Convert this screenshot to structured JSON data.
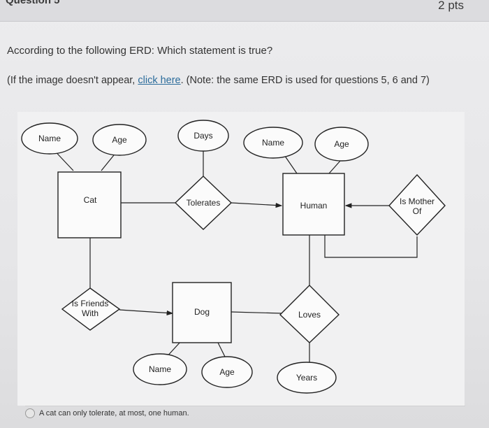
{
  "header": {
    "question_title": "Question 5",
    "points": "2 pts"
  },
  "question": {
    "prompt": "According to the following ERD: Which statement is true?",
    "note_before_link": "(If the image doesn't appear, ",
    "link_text": "click here",
    "note_after_link": ". (Note: the same ERD is used for questions 5, 6 and 7)"
  },
  "erd": {
    "entities": {
      "cat": "Cat",
      "human": "Human",
      "dog": "Dog"
    },
    "relationships": {
      "tolerates": "Tolerates",
      "is_mother_of": [
        "Is Mother",
        "Of"
      ],
      "is_friends_with": [
        "Is Friends",
        "With"
      ],
      "loves": "Loves"
    },
    "attributes": {
      "cat_name": "Name",
      "cat_age": "Age",
      "days": "Days",
      "human_name": "Name",
      "human_age": "Age",
      "dog_name": "Name",
      "dog_age": "Age",
      "years": "Years"
    }
  },
  "answers": [
    {
      "label": "A cat can only tolerate, at most, one human."
    }
  ]
}
